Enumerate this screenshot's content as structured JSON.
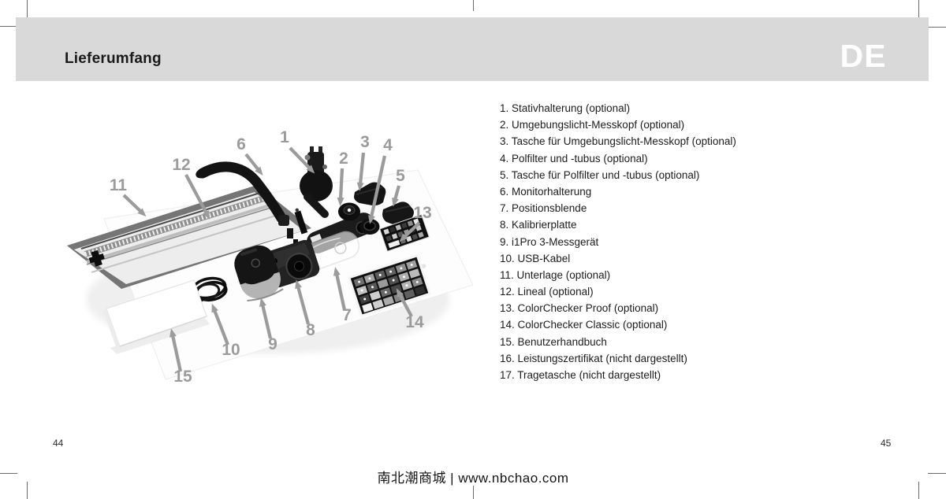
{
  "header": {
    "title": "Lieferumfang",
    "language_badge": "DE"
  },
  "parts_list": {
    "items": [
      "1. Stativhalterung (optional)",
      "2. Umgebungslicht-Messkopf (optional)",
      "3. Tasche für Umgebungslicht-Messkopf (optional)",
      "4. Polfilter und -tubus (optional)",
      "5. Tasche für Polfilter und -tubus (optional)",
      "6. Monitorhalterung",
      "7. Positionsblende",
      "8. Kalibrierplatte",
      "9. i1Pro 3-Messgerät",
      "10. USB-Kabel",
      "11. Unterlage (optional)",
      "12. Lineal (optional)",
      "13. ColorChecker Proof (optional)",
      "14. ColorChecker Classic (optional)",
      "15. Benutzerhandbuch",
      "16. Leistungszertifikat (nicht dargestellt)",
      "17. Tragetasche (nicht dargestellt)"
    ]
  },
  "diagram": {
    "callouts": [
      "1",
      "2",
      "3",
      "4",
      "5",
      "6",
      "7",
      "8",
      "9",
      "10",
      "11",
      "12",
      "13",
      "14",
      "15"
    ]
  },
  "footer": {
    "page_left": "44",
    "page_right": "45",
    "watermark": "南北潮商城 | www.nbchao.com"
  },
  "colors": {
    "header_band": "#d9d9d9",
    "callout_gray": "#9b9b9b",
    "text": "#1a1a1a"
  }
}
